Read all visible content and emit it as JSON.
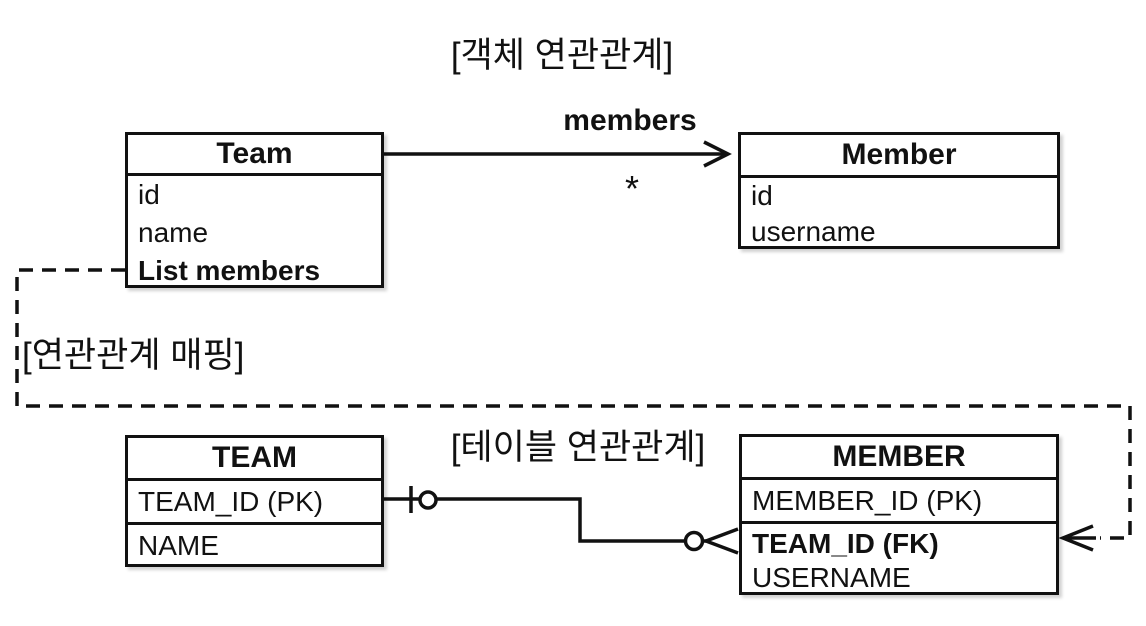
{
  "titles": {
    "object_section": "[객체 연관관계]",
    "mapping_section": "[연관관계 매핑]",
    "table_section": "[테이블 연관관계]"
  },
  "object_diagram": {
    "team": {
      "name": "Team",
      "fields": [
        "id",
        "name",
        "List members"
      ]
    },
    "member": {
      "name": "Member",
      "fields": [
        "id",
        "username"
      ]
    },
    "association": {
      "label": "members",
      "multiplicity": "*"
    }
  },
  "table_diagram": {
    "team": {
      "name": "TEAM",
      "columns": [
        "TEAM_ID (PK)",
        "NAME"
      ]
    },
    "member": {
      "name": "MEMBER",
      "columns": [
        "MEMBER_ID (PK)",
        "TEAM_ID (FK)",
        "USERNAME"
      ]
    }
  },
  "colors": {
    "line": "#111111",
    "background": "#ffffff",
    "text": "#111111"
  }
}
